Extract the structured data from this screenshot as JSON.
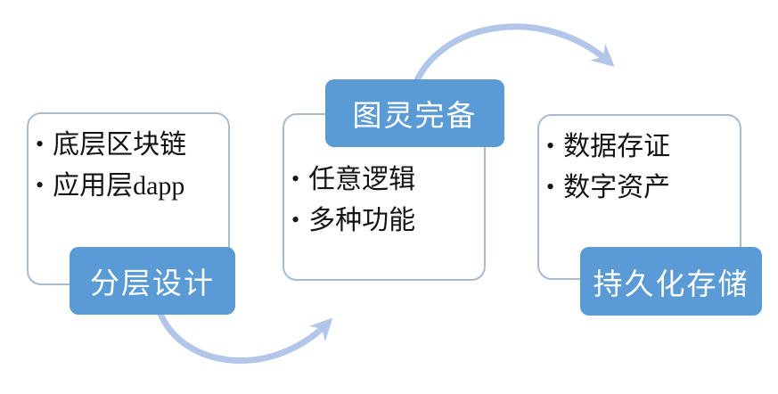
{
  "diagram": {
    "nodes": [
      {
        "id": "layered-design",
        "bullets": [
          "底层区块链",
          "应用层dapp"
        ],
        "label": "分层设计",
        "label_position": "bottom"
      },
      {
        "id": "turing-complete",
        "bullets": [
          "任意逻辑",
          "多种功能"
        ],
        "label": "图灵完备",
        "label_position": "top"
      },
      {
        "id": "persistent-storage",
        "bullets": [
          "数据存证",
          "数字资产"
        ],
        "label": "持久化存储",
        "label_position": "bottom"
      }
    ],
    "arrows": [
      {
        "id": "arrow-top",
        "from": "turing-complete",
        "to": "persistent-storage",
        "direction": "over-the-top"
      },
      {
        "id": "arrow-bottom",
        "from": "layered-design",
        "to": "turing-complete",
        "direction": "under-the-bottom"
      }
    ],
    "colors": {
      "label_bg": "#5b9bd5",
      "label_text": "#ffffff",
      "box_border": "#a7bccf",
      "box_bg": "#ffffff",
      "arrow": "#b1c6e8",
      "bullet_text": "#141414",
      "background": "#ffffff"
    }
  }
}
